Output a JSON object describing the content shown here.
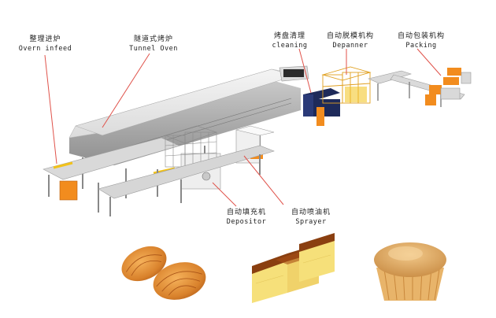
{
  "colors": {
    "callout_line": "#e0524a",
    "conveyor_yellow": "#f2c21a",
    "orange_box": "#f28c1e",
    "oven_body": "#e8e8e8",
    "oven_shadow": "#9a9a9a",
    "dark_module": "#1e2a5a",
    "label_text": "#222222"
  },
  "labels": [
    {
      "id": "oven-infeed",
      "zh": "整理进炉",
      "en": "Overn infeed"
    },
    {
      "id": "tunnel-oven",
      "zh": "隧道式烤炉",
      "en": "Tunnel Oven"
    },
    {
      "id": "cleaning",
      "zh": "烤盘清理",
      "en": "cleaning"
    },
    {
      "id": "depanner",
      "zh": "自动脱模机构",
      "en": "Depanner"
    },
    {
      "id": "packing",
      "zh": "自动包装机构",
      "en": "Packing"
    },
    {
      "id": "depositor",
      "zh": "自动填充机",
      "en": "Depositor"
    },
    {
      "id": "sprayer",
      "zh": "自动喷油机",
      "en": "Sprayer"
    }
  ],
  "products": [
    {
      "id": "madeleine",
      "icon": "madeleine-cake-icon"
    },
    {
      "id": "sponge-cake",
      "icon": "sponge-cake-icon"
    },
    {
      "id": "cupcake",
      "icon": "cupcake-icon"
    }
  ]
}
